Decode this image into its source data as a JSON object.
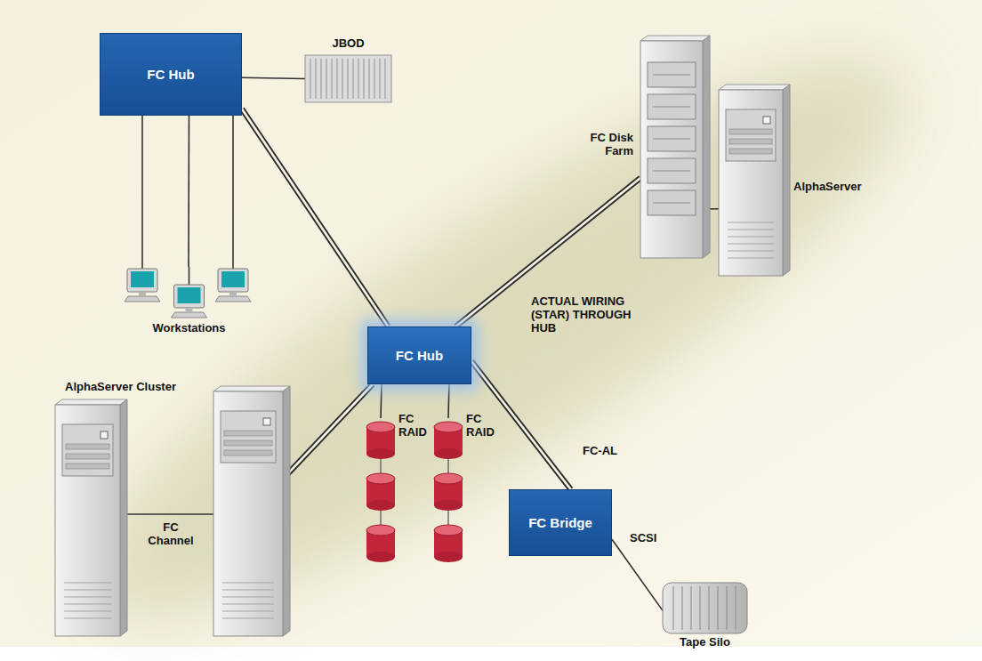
{
  "diagram": {
    "nodes": [
      {
        "text": [
          "FC Hub"
        ]
      },
      {
        "text": [
          "JBOD"
        ]
      },
      {
        "text": [
          "FC Disk Farm"
        ]
      },
      {
        "text": [
          "AlphaServer"
        ]
      },
      {
        "text": [
          "Workstations"
        ]
      },
      {
        "text": [
          "FC Hub"
        ]
      },
      {
        "text": [
          "AlphaServer Cluster"
        ]
      },
      {
        "text": [
          "FC RAID"
        ]
      },
      {
        "text": [
          "FC RAID"
        ]
      },
      {
        "text": [
          "FC Bridge"
        ]
      },
      {
        "text": [
          "Tape Silo"
        ]
      }
    ],
    "edges": [
      {
        "from": 0,
        "to": 1,
        "arrow": "none"
      },
      {
        "from": 0,
        "to": 4,
        "arrow": "none"
      },
      {
        "from": 0,
        "to": 5,
        "arrow": "none"
      },
      {
        "from": 5,
        "to": 2,
        "arrow": "none"
      },
      {
        "from": 2,
        "to": 3,
        "arrow": "none"
      },
      {
        "from": 5,
        "to": 6,
        "arrow": "none"
      },
      {
        "from": 5,
        "to": 7,
        "arrow": "none"
      },
      {
        "from": 5,
        "to": 8,
        "arrow": "none"
      },
      {
        "from": 5,
        "to": 9,
        "label": "FC-AL",
        "arrow": "none"
      },
      {
        "from": 9,
        "to": 10,
        "label": "SCSI",
        "arrow": "none"
      }
    ],
    "labels": [
      "ACTUAL WIRING (STAR) THROUGH HUB",
      "FC Channel"
    ]
  }
}
